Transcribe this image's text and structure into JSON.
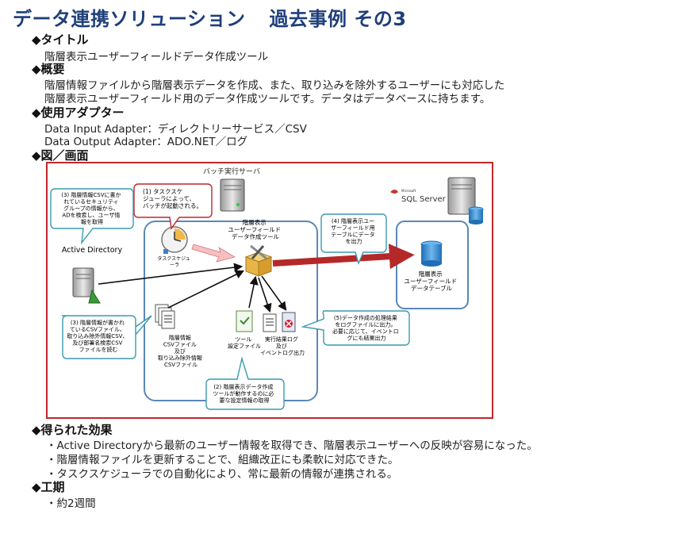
{
  "header": {
    "title_main": "データ連携ソリューション",
    "title_sub": "過去事例 その3"
  },
  "sections": {
    "title_heading": "◆タイトル",
    "title_text": "階層表示ユーザーフィールドデータ作成ツール",
    "overview_heading": "◆概要",
    "overview_lines": [
      "階層情報ファイルから階層表示データを作成、また、取り込みを除外するユーザーにも対応した",
      "階層表示ユーザーフィールド用のデータ作成ツールです。データはデータベースに持ちます。"
    ],
    "adapter_heading": "◆使用アダプター",
    "adapter_lines": [
      "Data Input Adapter：ディレクトリーサービス／CSV",
      "Data Output Adapter：ADO.NET／ログ"
    ],
    "figure_heading": "◆図／画面",
    "effects_heading": "◆得られた効果",
    "effects": [
      "・Active Directoryから最新のユーザー情報を取得でき、階層表示ユーザーへの反映が容易になった。",
      "・階層情報ファイルを更新することで、組織改正にも柔軟に対応できた。",
      "・タスクスケジューラでの自動化により、常に最新の情報が連携される。"
    ],
    "period_heading": "◆工期",
    "period_text": "・約2週間"
  },
  "diagram": {
    "batch_server_label": "バッチ実行サーバ",
    "sql_server_brand": "Microsoft",
    "sql_server_label": "SQL Server",
    "active_directory_label": "Active Directory",
    "task_scheduler_label": [
      "タスクスケジュ",
      "ーラ"
    ],
    "tool_label": [
      "階層表示",
      "ユーザーフィールド",
      "データ作成ツール"
    ],
    "csv_files_label": [
      "階層情報",
      "CSVファイル",
      "及び",
      "取り込み除外情報",
      "CSVファイル"
    ],
    "tool_config_label": [
      "ツール",
      "設定ファイル"
    ],
    "result_log_label": [
      "実行結果ログ",
      "及び",
      "イベントログ出力"
    ],
    "db_table_label": [
      "階層表示",
      "ユーザーフィールド",
      "データテーブル"
    ],
    "callout_1": [
      "(1) タスクスケ",
      "ジューラによって、",
      "バッチが起動される。"
    ],
    "callout_2": [
      "(2) 階層表示データ作成",
      "ツールが動作するのに必",
      "要な設定情報の取得"
    ],
    "callout_3a": [
      "(3) 階層情報CSVに書か",
      "れているセキュリティ",
      "グループの情報から、",
      "ADを検索し、ユーザ情",
      "報を取得"
    ],
    "callout_3b": [
      "(3) 階層情報が書かれ",
      "ているCSVファイル、",
      "取り込み除外情報CSV、",
      "及び部署名検索CSV",
      "ファイルを読む"
    ],
    "callout_4": [
      "(4) 階層表示ユー",
      "ザーフィールド用",
      "テーブルにデータ",
      "を出力"
    ],
    "callout_5": [
      "(5)データ作成の処理結果",
      "をログファイルに出力。",
      "必要に応じて、イベントロ",
      "グにも結果出力"
    ]
  },
  "colors": {
    "title": "#1f3f7a",
    "frame": "#c0272d",
    "callout_border": "#3a9ab0",
    "arrow_red": "#b52828",
    "box_border": "#5a88b8"
  }
}
